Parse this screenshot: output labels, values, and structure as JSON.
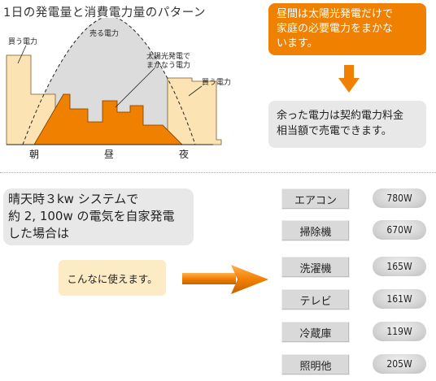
{
  "diagram": {
    "title": "1日の発電量と消費電力量のパターン",
    "labels": {
      "buy_left": "買う電力",
      "sell": "売る電力",
      "solar_line1": "太陽光発電で",
      "solar_line2": "まかなう電力",
      "buy_right": "買う電力"
    },
    "time_axis": [
      "朝",
      "昼",
      "夜"
    ]
  },
  "callouts": {
    "daytime": [
      "昼間は太陽光発電だけで",
      "家庭の必要電力をまかな",
      "います。"
    ],
    "surplus": [
      "余った電力は契約電力料金",
      "相当額で売電できます。"
    ]
  },
  "system": {
    "lines": [
      "晴天時３kw システムで",
      "約 2, 100w の電気を自家発電",
      "した場合は"
    ],
    "usage_note": "こんなに使えます。"
  },
  "appliances": [
    {
      "name": "エアコン",
      "watts": "780W"
    },
    {
      "name": "掃除機",
      "watts": "670W"
    },
    {
      "name": "洗濯機",
      "watts": "165W"
    },
    {
      "name": "テレビ",
      "watts": "161W"
    },
    {
      "name": "冷蔵庫",
      "watts": "119W"
    },
    {
      "name": "照明他",
      "watts": "205W"
    }
  ],
  "colors": {
    "accent_orange": "#f08000",
    "consumption_beige": "#fbe3b4",
    "surplus_gray": "#dcdcdc",
    "panel_gray": "#e8e8e8"
  }
}
